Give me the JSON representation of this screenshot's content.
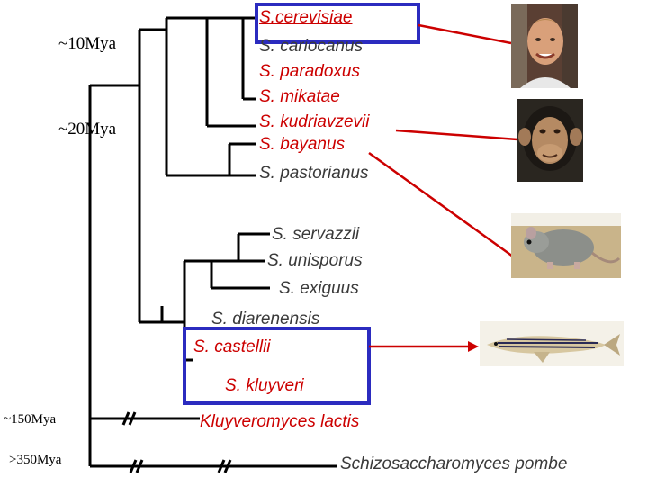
{
  "time_markers": [
    "~10Mya",
    "~20Mya",
    "~150Mya",
    ">350Mya"
  ],
  "species": [
    {
      "name": "S.cerevisiae",
      "color": "#cc0000",
      "underline": true
    },
    {
      "name": "S. cariocanus",
      "color": "#3a3a3a"
    },
    {
      "name": "S. paradoxus",
      "color": "#cc0000"
    },
    {
      "name": "S. mikatae",
      "color": "#cc0000"
    },
    {
      "name": "S. kudriavzevii",
      "color": "#cc0000"
    },
    {
      "name": "S. bayanus",
      "color": "#cc0000"
    },
    {
      "name": "S. pastorianus",
      "color": "#3a3a3a"
    },
    {
      "name": "S. servazzii",
      "color": "#3a3a3a"
    },
    {
      "name": "S. unisporus",
      "color": "#3a3a3a"
    },
    {
      "name": "S. exiguus",
      "color": "#3a3a3a"
    },
    {
      "name": "S. diarenensis",
      "color": "#3a3a3a"
    },
    {
      "name": "S. castellii",
      "color": "#cc0000"
    },
    {
      "name": "S. kluyveri",
      "color": "#cc0000"
    },
    {
      "name": "Kluyveromyces lactis",
      "color": "#cc0000"
    },
    {
      "name": "Schizosaccharomyces pombe",
      "color": "#3a3a3a"
    }
  ],
  "images": [
    "human-photo",
    "chimpanzee-photo",
    "mouse-photo",
    "zebrafish-photo"
  ],
  "colors": {
    "highlight_box": "#2b2bbf",
    "connector": "#cc0000",
    "tree": "#000000"
  }
}
